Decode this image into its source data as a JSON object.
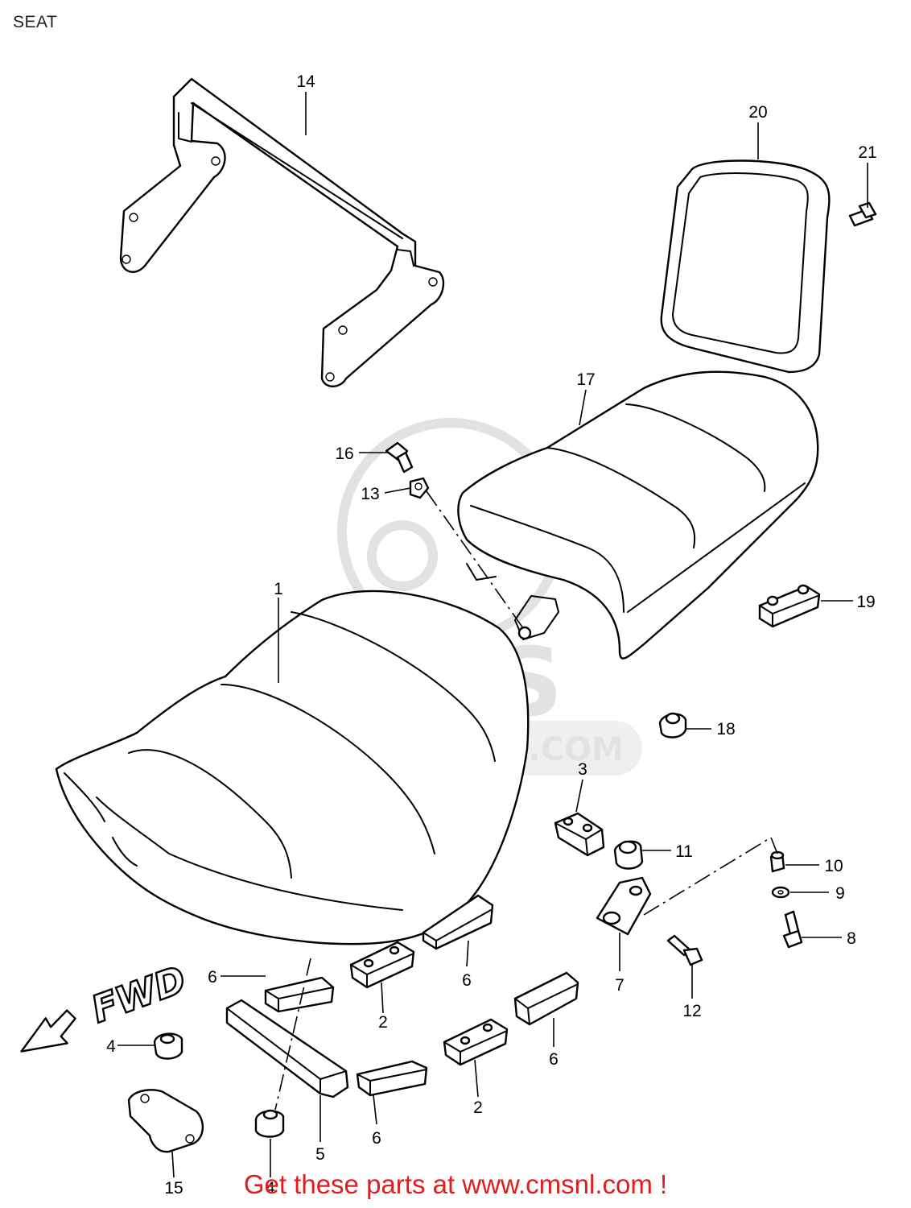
{
  "page_title": "SEAT",
  "watermark": {
    "brand": "CMS",
    "url": "WWW.CMSNL.COM"
  },
  "direction_arrow": "FWD",
  "callouts": [
    {
      "id": "callout-14",
      "label": "14"
    },
    {
      "id": "callout-20",
      "label": "20"
    },
    {
      "id": "callout-21",
      "label": "21"
    },
    {
      "id": "callout-17",
      "label": "17"
    },
    {
      "id": "callout-16",
      "label": "16"
    },
    {
      "id": "callout-13",
      "label": "13"
    },
    {
      "id": "callout-1",
      "label": "1"
    },
    {
      "id": "callout-19",
      "label": "19"
    },
    {
      "id": "callout-18",
      "label": "18"
    },
    {
      "id": "callout-3",
      "label": "3"
    },
    {
      "id": "callout-11",
      "label": "11"
    },
    {
      "id": "callout-10",
      "label": "10"
    },
    {
      "id": "callout-9",
      "label": "9"
    },
    {
      "id": "callout-8",
      "label": "8"
    },
    {
      "id": "callout-7",
      "label": "7"
    },
    {
      "id": "callout-12",
      "label": "12"
    },
    {
      "id": "callout-6a",
      "label": "6"
    },
    {
      "id": "callout-6b",
      "label": "6"
    },
    {
      "id": "callout-6c",
      "label": "6"
    },
    {
      "id": "callout-6d",
      "label": "6"
    },
    {
      "id": "callout-2a",
      "label": "2"
    },
    {
      "id": "callout-2b",
      "label": "2"
    },
    {
      "id": "callout-4a",
      "label": "4"
    },
    {
      "id": "callout-4b",
      "label": "4"
    },
    {
      "id": "callout-5",
      "label": "5"
    },
    {
      "id": "callout-15",
      "label": "15"
    }
  ],
  "footer_link": "Get these parts at www.cmsnl.com !"
}
